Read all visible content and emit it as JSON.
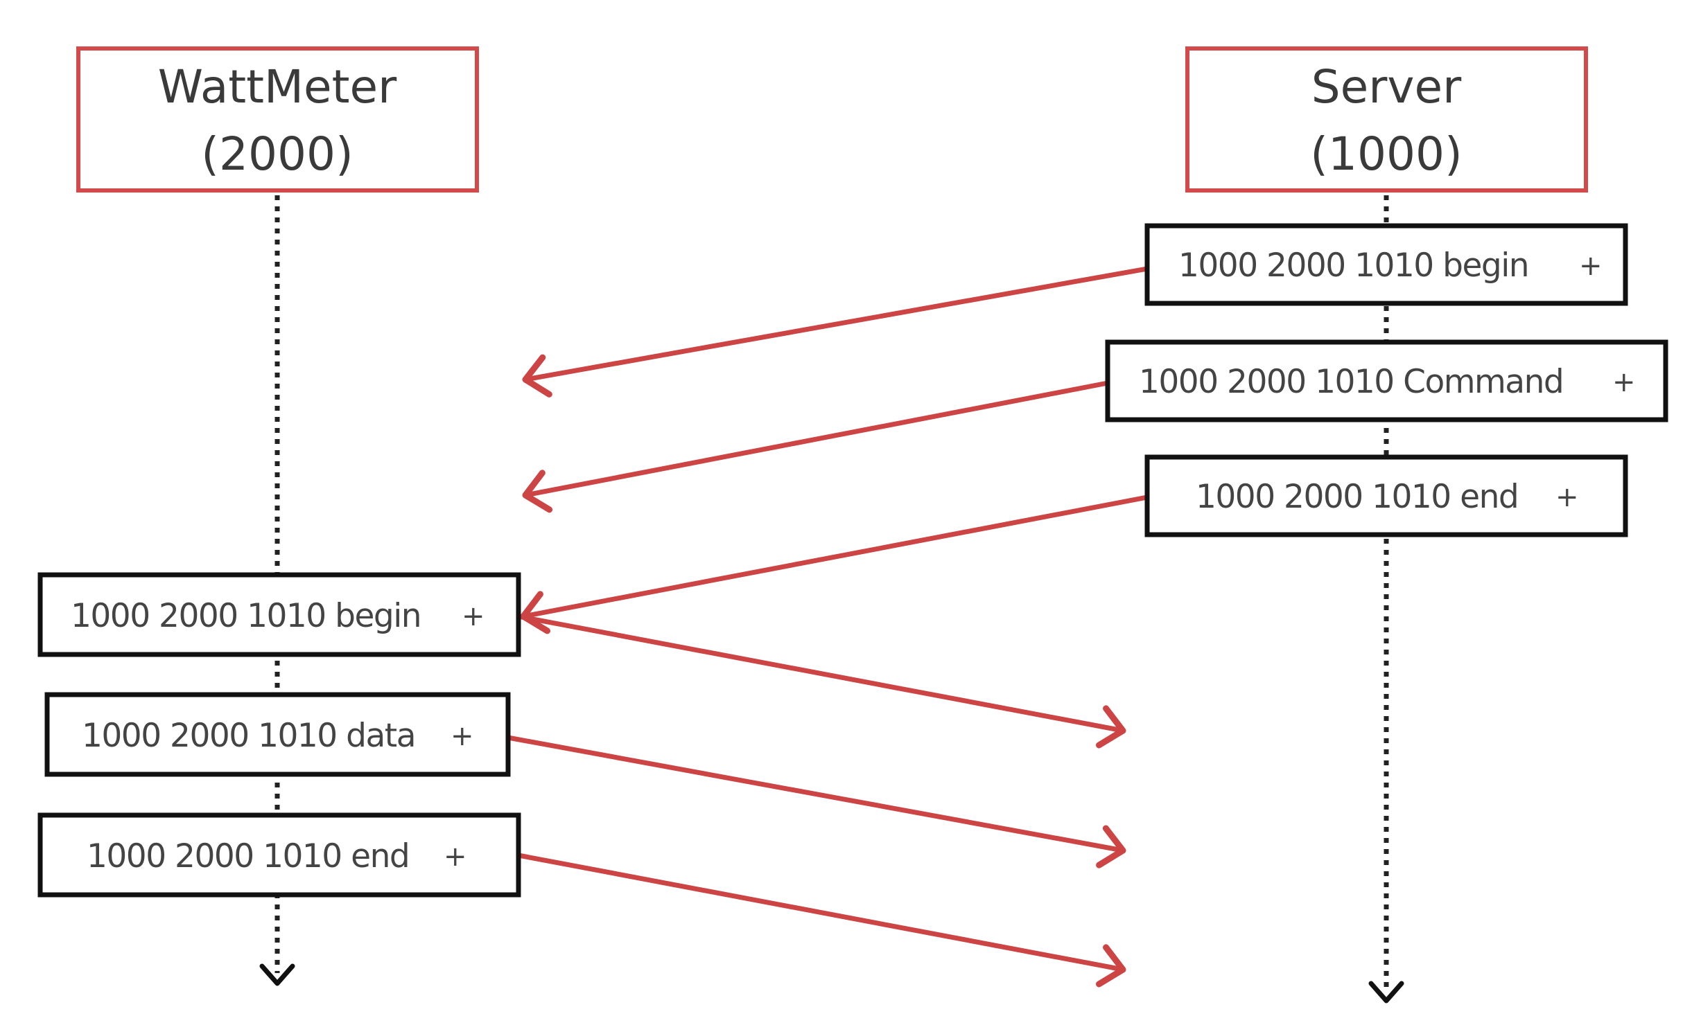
{
  "actors": {
    "wattmeter": {
      "name": "WattMeter",
      "id": "(2000)"
    },
    "server": {
      "name": "Server",
      "id": "(1000)"
    }
  },
  "server_messages": [
    {
      "text": "1000 2000 1010 begin",
      "marker": "+"
    },
    {
      "text": "1000 2000 1010 Command",
      "marker": "+"
    },
    {
      "text": "1000 2000 1010 end",
      "marker": "+"
    }
  ],
  "wattmeter_messages": [
    {
      "text": "1000 2000 1010 begin",
      "marker": "+"
    },
    {
      "text": "1000 2000 1010 data",
      "marker": "+"
    },
    {
      "text": "1000 2000 1010 end",
      "marker": "+"
    }
  ],
  "colors": {
    "actor_border": "#d24a4a",
    "message_border": "#111111",
    "arrow": "#cc4444",
    "lifeline": "#222222"
  }
}
